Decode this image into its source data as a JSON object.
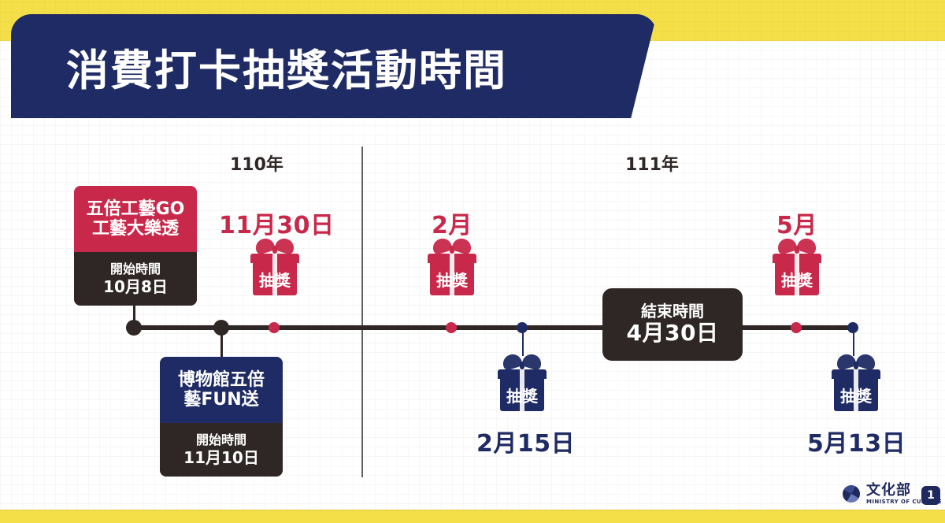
{
  "title": "消費打卡抽獎活動時間",
  "years": {
    "left": "110年",
    "right": "111年"
  },
  "cards": {
    "red": {
      "line1": "五倍工藝GO",
      "line2": "工藝大樂透",
      "start_label": "開始時間",
      "start_date": "10月8日"
    },
    "navy": {
      "line1": "博物館五倍",
      "line2": "藝FUN送",
      "start_label": "開始時間",
      "start_date": "11月10日"
    }
  },
  "gifts": {
    "label": "抽獎"
  },
  "dates": {
    "red_1130": "11月30日",
    "red_feb": "2月",
    "red_may": "5月",
    "navy_215": "2月15日",
    "navy_513": "5月13日"
  },
  "end": {
    "label": "結束時間",
    "date": "4月30日"
  },
  "footer": {
    "logo_zh": "文化部",
    "logo_en": "MINISTRY OF CULTURE",
    "page": "1"
  },
  "colors": {
    "navy": "#1f2b64",
    "red": "#c8284a",
    "dark": "#2f2725",
    "yellow": "#f5df49"
  }
}
